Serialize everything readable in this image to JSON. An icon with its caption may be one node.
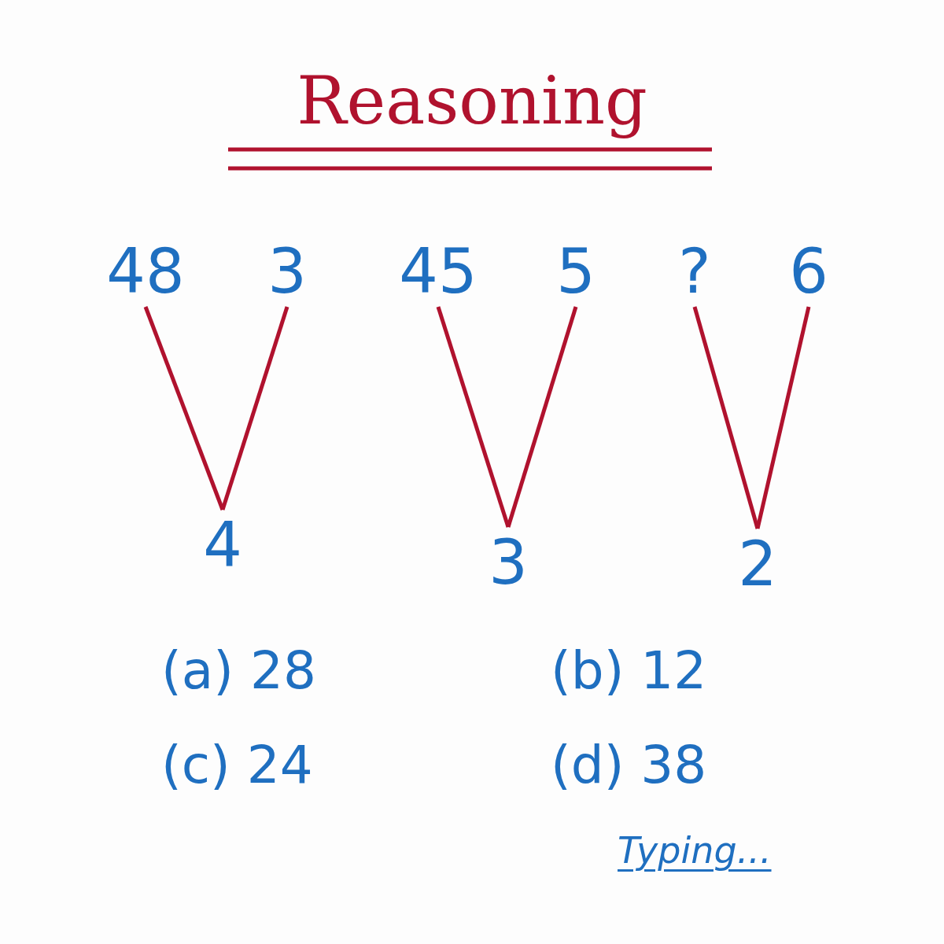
{
  "diagram": {
    "title": "Reasoning",
    "nodes": [
      {
        "text": [
          "48"
        ]
      },
      {
        "text": [
          "3"
        ]
      },
      {
        "text": [
          "45"
        ]
      },
      {
        "text": [
          "5"
        ]
      },
      {
        "text": [
          "?"
        ]
      },
      {
        "text": [
          "6"
        ]
      },
      {
        "text": [
          "4"
        ]
      },
      {
        "text": [
          "3"
        ]
      },
      {
        "text": [
          "2"
        ]
      }
    ],
    "edges": [
      {
        "from": 0,
        "to": 6,
        "arrow": "none"
      },
      {
        "from": 1,
        "to": 6,
        "arrow": "none"
      },
      {
        "from": 2,
        "to": 7,
        "arrow": "none"
      },
      {
        "from": 3,
        "to": 7,
        "arrow": "none"
      },
      {
        "from": 4,
        "to": 8,
        "arrow": "none"
      },
      {
        "from": 5,
        "to": 8,
        "arrow": "none"
      }
    ],
    "labels": [
      "(a) 28",
      "(b) 12",
      "(c) 24",
      "(d) 38",
      "Typing..."
    ]
  }
}
